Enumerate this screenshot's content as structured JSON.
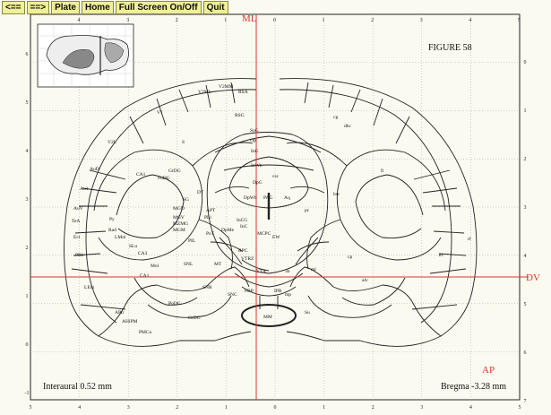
{
  "toolbar": {
    "prev": "<==",
    "next": "==>",
    "plate": "Plate",
    "home": "Home",
    "fullscreen": "Full Screen On/Off",
    "quit": "Quit"
  },
  "figure": {
    "title": "FIGURE 58",
    "interaural": "Interaural 0.52 mm",
    "bregma": "Bregma -3.28 mm",
    "ml_label": "ML",
    "dv_label": "DV",
    "ap_label": "AP"
  },
  "scale": {
    "top": [
      "4",
      "3",
      "2",
      "1",
      "0",
      "1",
      "2",
      "3",
      "4",
      "5"
    ],
    "bottom": [
      "5",
      "4",
      "3",
      "2",
      "1",
      "0",
      "1",
      "2",
      "3",
      "4",
      "5"
    ],
    "left": [
      "6",
      "5",
      "4",
      "3",
      "2",
      "1",
      "0",
      "-1"
    ],
    "right": [
      "0",
      "1",
      "2",
      "3",
      "4",
      "5",
      "6",
      "7"
    ]
  },
  "regions": {
    "V1": "V1",
    "V2ML": "V2ML",
    "V2MM": "V2MM",
    "RSA": "RSA",
    "RSG": "RSG",
    "V2L": "V2L",
    "S": "S",
    "AuD": "AuD",
    "Au1": "Au1",
    "AuV": "AuV",
    "TeA": "TeA",
    "Ect": "Ect",
    "PRh": "PRh",
    "LEnt": "LEnt",
    "APir": "APir",
    "AHiPM": "AHiPM",
    "PMCo": "PMCo",
    "CA1": "CA1",
    "CA3": "CA3",
    "GrDG": "GrDG",
    "PoDG": "PoDG",
    "MGD": "MGD",
    "MGV": "MGV",
    "MZMG": "MZMG",
    "MGM": "MGM",
    "PIL": "PIL",
    "APT": "APT",
    "PLi": "PLi",
    "PoT": "PoT",
    "DpMe": "DpMe",
    "SNL": "SNL",
    "SNR": "SNR",
    "SNC": "SNC",
    "MT": "MT",
    "VTA": "VTA",
    "PBP": "PBP",
    "IPR": "IPR",
    "MM": "MM",
    "RPC": "RPC",
    "VTRZ": "VTRZ",
    "PAG": "PAG",
    "Aq": "Aq",
    "DpWh": "DpWh",
    "InWh": "InWh",
    "InG": "InG",
    "SuG": "SuG",
    "Op": "Op",
    "DpG": "DpG",
    "csc": "csc",
    "InCG": "InCG",
    "InC": "InC",
    "EW": "EW",
    "MCPC": "MCPC",
    "SG": "SG",
    "DT": "DT",
    "cg": "cg",
    "dhc": "dhc",
    "fi": "fi",
    "bsc": "bsc",
    "ml": "ml",
    "cp": "cp",
    "alv": "alv",
    "ec": "ec",
    "rf": "rf",
    "Py": "Py",
    "Rad": "Rad",
    "LMol": "LMol",
    "SLu": "SLu",
    "Mol": "Mol",
    "RSGc": "SuG",
    "pc": "pc",
    "mp": "mp",
    "Su": "Su",
    "3n": "3n"
  }
}
